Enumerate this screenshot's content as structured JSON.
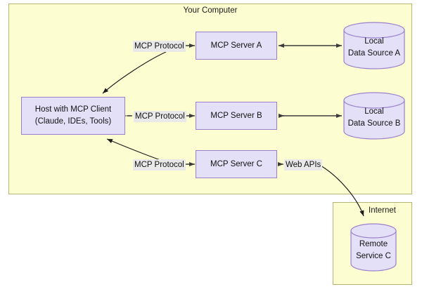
{
  "diagram": {
    "containers": [
      {
        "id": "your-computer",
        "title": "Your Computer"
      },
      {
        "id": "internet",
        "title": "Internet"
      }
    ],
    "host": {
      "line1": "Host with MCP Client",
      "line2": "(Claude, IDEs, Tools)"
    },
    "servers": [
      {
        "id": "server-a",
        "label": "MCP Server A"
      },
      {
        "id": "server-b",
        "label": "MCP Server B"
      },
      {
        "id": "server-c",
        "label": "MCP Server C"
      }
    ],
    "datastores": [
      {
        "id": "data-source-a",
        "line1": "Local",
        "line2": "Data Source A"
      },
      {
        "id": "data-source-b",
        "line1": "Local",
        "line2": "Data Source B"
      },
      {
        "id": "remote-service-c",
        "line1": "Remote",
        "line2": "Service C"
      }
    ],
    "edge_labels": [
      {
        "id": "protocol-a",
        "text": "MCP Protocol"
      },
      {
        "id": "protocol-b",
        "text": "MCP Protocol"
      },
      {
        "id": "protocol-c",
        "text": "MCP Protocol"
      },
      {
        "id": "web-apis",
        "text": "Web APIs"
      }
    ],
    "colors": {
      "container_fill": "#fdfdd2",
      "container_stroke": "#b5b575",
      "node_fill": "#e4e0f7",
      "node_stroke": "#9a80cc",
      "edge_stroke": "#3b3b3b",
      "label_fill": "#e9e9e9",
      "text": "#111111",
      "page_background": "#ffffff"
    }
  }
}
